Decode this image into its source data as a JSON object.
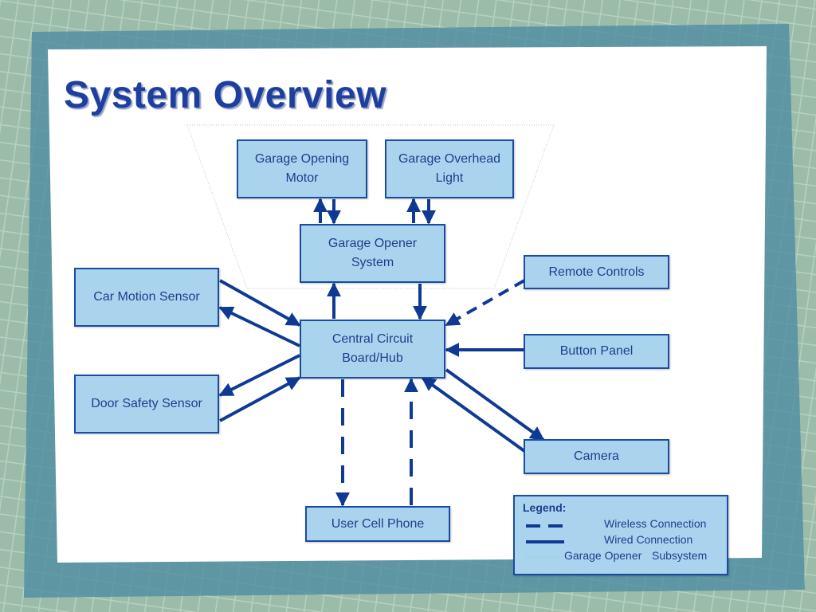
{
  "slide": {
    "title": "System Overview"
  },
  "nodes": {
    "garage_opening_motor": "Garage Opening\nMotor",
    "garage_overhead_light": "Garage Overhead\nLight",
    "garage_opener_system": "Garage Opener\nSystem",
    "remote_controls": "Remote Controls",
    "car_motion_sensor": "Car Motion Sensor",
    "central_circuit_board": "Central Circuit\nBoard/Hub",
    "button_panel": "Button Panel",
    "door_safety_sensor": "Door Safety Sensor",
    "camera": "Camera",
    "user_cell_phone": "User Cell Phone"
  },
  "legend": {
    "title": "Legend:",
    "wireless": "Wireless Connection",
    "wired": "Wired Connection",
    "subsystem_a": "Garage Opener",
    "subsystem_b": "Subsystem"
  },
  "colors": {
    "box_fill": "#aad4ee",
    "box_border": "#1a4ca0",
    "connector": "#0f3a94",
    "title": "#1f3f9e"
  }
}
